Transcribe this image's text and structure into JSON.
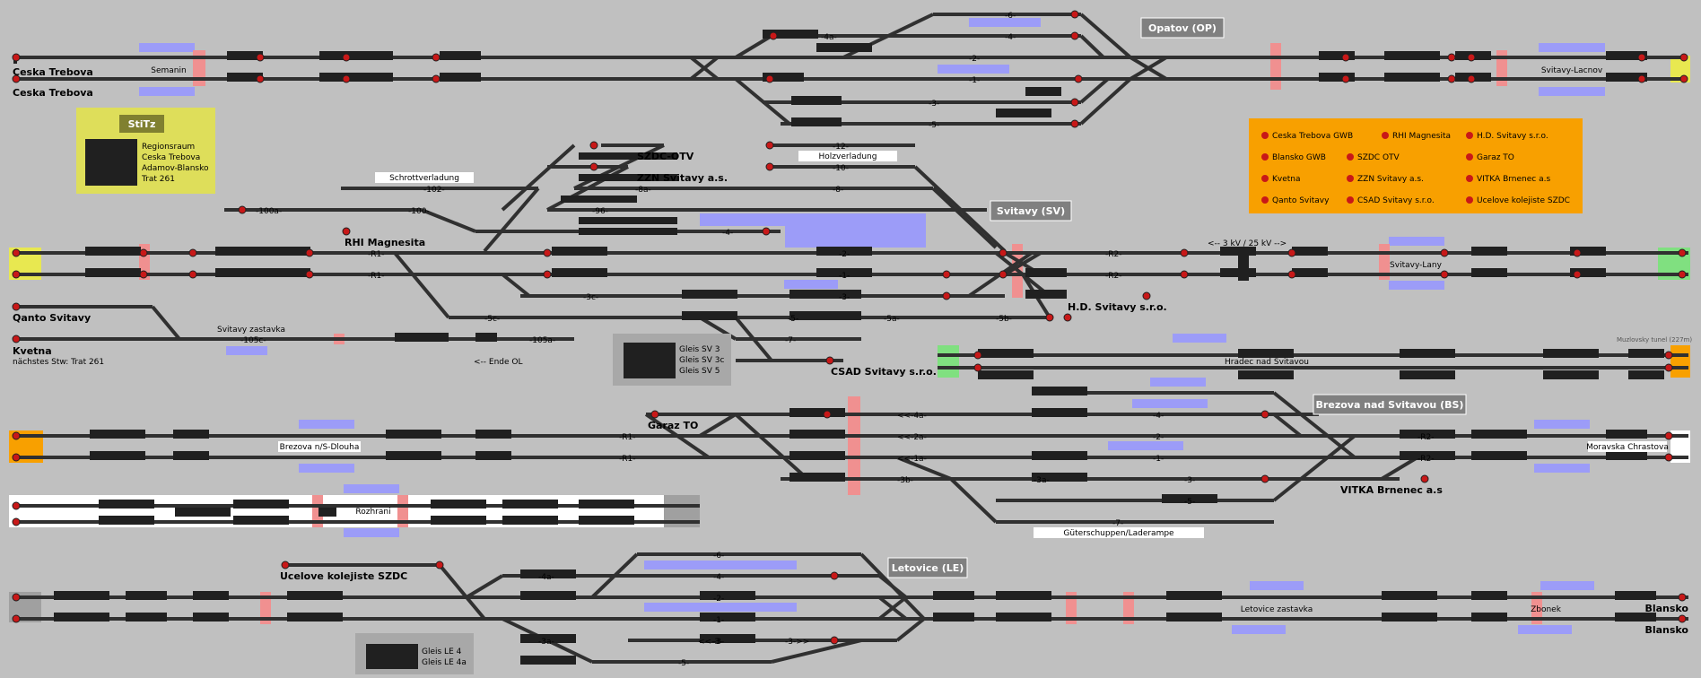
{
  "station_titles": [
    "Opatov (OP)",
    "Svitavy (SV)",
    "Brezova nad Svitavou (BS)",
    "Letovice (LE)"
  ],
  "stitz": {
    "title": "StiTz",
    "items": [
      "Regionsraum",
      "Ceska Trebova",
      "Adamov-Blansko",
      "Trat 261"
    ]
  },
  "industries": [
    "Ceska Trebova GWB",
    "RHI Magnesita",
    "H.D. Svitavy s.r.o.",
    "Blansko GWB",
    "SZDC OTV",
    "Garaz TO",
    "Kvetna",
    "ZZN Svitavy a.s.",
    "VITKA Brnenec a.s",
    "Qanto Svitavy",
    "CSAD Svitavy s.r.o.",
    "Ucelove kolejiste SZDC"
  ],
  "sv_gleis": [
    "Gleis SV 3",
    "Gleis SV 3c",
    "Gleis SV 5"
  ],
  "le_gleis": [
    "Gleis LE 4",
    "Gleis LE 4a"
  ],
  "place_labels": [
    "Ceska Trebova",
    "Ceska Trebova",
    "Semanin",
    "Svitavy-Lacnov",
    "SZDC-OTV",
    "ZZN Svitavy a.s.",
    "Holzverladung",
    "Schrottverladung",
    "RHI Magnesita",
    "<-- 3 kV / 25 kV -->",
    "Svitavy-Lany",
    "H.D. Svitavy s.r.o.",
    "Qanto Svitavy",
    "Svitavy zastavka",
    "Kvetna",
    "nächstes Stw: Trat 261",
    "<-- Ende OL",
    "CSAD Svitavy s.r.o.",
    "Hradec nad Svitavou",
    "Muzlovsky tunel (227m)",
    "Garaz TO",
    "Brezova n/S-Dlouha",
    "Moravska Chrastova",
    "VITKA Brnenec a.s",
    "Rozhrani",
    "Güterschuppen/Laderampe",
    "Ucelove kolejiste SZDC",
    "Letovice zastavka",
    "Zbonek",
    "Blansko",
    "Blansko"
  ],
  "track_labels": [
    "-6-",
    "-4a-",
    "-4-",
    "-2-",
    "-1-",
    "-3-",
    "-5-",
    "-12-",
    "-10-",
    "-8a-",
    "-8-",
    "-102-",
    "-100-",
    "-96-",
    "-100a-",
    "-R1-",
    "-R1-",
    "-R2-",
    "-R2-",
    "-4-",
    "-2-",
    "-1-",
    "-3-",
    "-3c-",
    "-5-",
    "-5a-",
    "-5b-",
    "-5c-",
    "-7-",
    "-105c-",
    "-105a-",
    "<<-4a-",
    "<<-2a-",
    "<<-1a-",
    "-3b-",
    "-3a-",
    "-4-",
    "-2-",
    "-1-",
    "-3-",
    "-5-",
    "-R1-",
    "-R1-",
    "-R2-",
    "-R2-",
    "-6-",
    "-4a-",
    "-4-",
    "-2-",
    "-1-",
    "-3-",
    "-3a-",
    "<<-3-",
    "-5-",
    "-3->>",
    "-7-"
  ],
  "colors": {
    "background": "#c0c0c0",
    "track": "#303030",
    "platform": "#9c9cf8",
    "signal": "#c81818",
    "stitz_panel": "#dede5a",
    "industry_panel": "#f8a000",
    "title_box": "#808080",
    "edge_green": "#80e080",
    "edge_orange": "#f8a000",
    "edge_yellow": "#e8e850"
  }
}
